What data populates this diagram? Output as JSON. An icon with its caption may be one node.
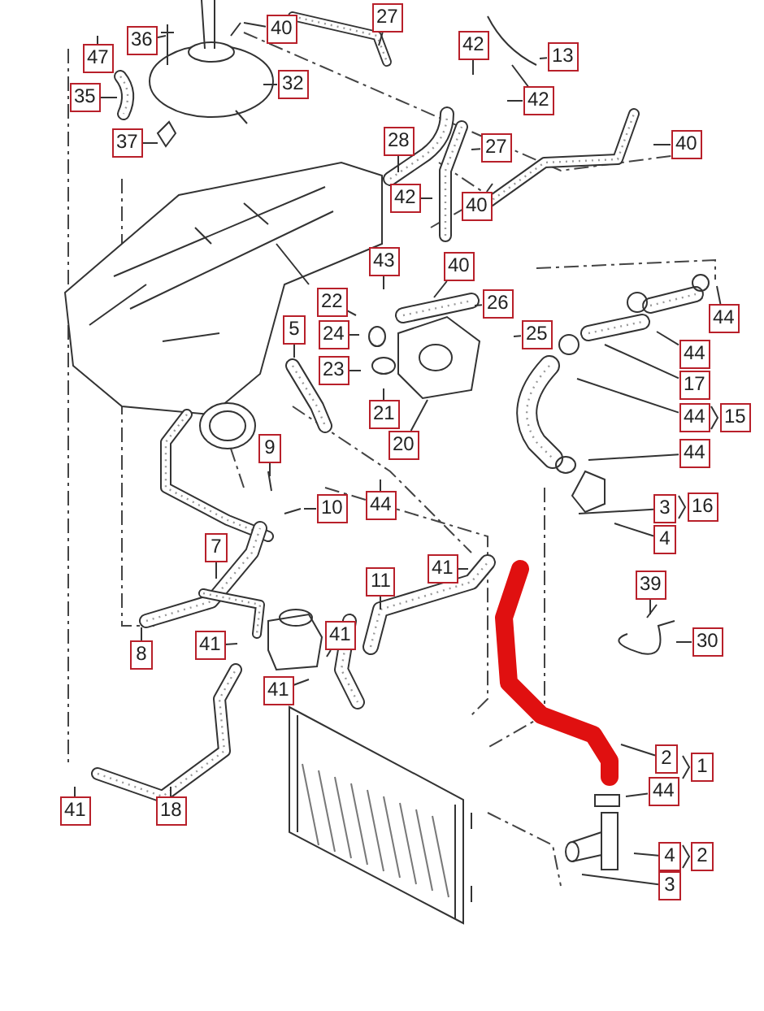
{
  "diagram": {
    "nodes": [
      {
        "text": [
          "27"
        ]
      },
      {
        "text": [
          "40"
        ]
      },
      {
        "text": [
          "36"
        ]
      },
      {
        "text": [
          "42"
        ]
      },
      {
        "text": [
          "13"
        ]
      },
      {
        "text": [
          "47"
        ]
      },
      {
        "text": [
          "32"
        ]
      },
      {
        "text": [
          "35"
        ]
      },
      {
        "text": [
          "42"
        ]
      },
      {
        "text": [
          "37"
        ]
      },
      {
        "text": [
          "28"
        ]
      },
      {
        "text": [
          "40"
        ]
      },
      {
        "text": [
          "27"
        ]
      },
      {
        "text": [
          "42"
        ]
      },
      {
        "text": [
          "40"
        ]
      },
      {
        "text": [
          "43"
        ]
      },
      {
        "text": [
          "40"
        ]
      },
      {
        "text": [
          "22"
        ]
      },
      {
        "text": [
          "26"
        ]
      },
      {
        "text": [
          "44"
        ]
      },
      {
        "text": [
          "5"
        ]
      },
      {
        "text": [
          "25"
        ]
      },
      {
        "text": [
          "24"
        ]
      },
      {
        "text": [
          "44"
        ]
      },
      {
        "text": [
          "23"
        ]
      },
      {
        "text": [
          "17"
        ]
      },
      {
        "text": [
          "21"
        ]
      },
      {
        "text": [
          "44"
        ]
      },
      {
        "text": [
          "15"
        ]
      },
      {
        "text": [
          "20"
        ]
      },
      {
        "text": [
          "9"
        ]
      },
      {
        "text": [
          "44"
        ]
      },
      {
        "text": [
          "44"
        ]
      },
      {
        "text": [
          "3"
        ]
      },
      {
        "text": [
          "16"
        ]
      },
      {
        "text": [
          "10"
        ]
      },
      {
        "text": [
          "4"
        ]
      },
      {
        "text": [
          "7"
        ]
      },
      {
        "text": [
          "41"
        ]
      },
      {
        "text": [
          "11"
        ]
      },
      {
        "text": [
          "39"
        ]
      },
      {
        "text": [
          "41"
        ]
      },
      {
        "text": [
          "30"
        ]
      },
      {
        "text": [
          "41"
        ]
      },
      {
        "text": [
          "8"
        ]
      },
      {
        "text": [
          "41"
        ]
      },
      {
        "text": [
          "2"
        ]
      },
      {
        "text": [
          "1"
        ]
      },
      {
        "text": [
          "44"
        ]
      },
      {
        "text": [
          "41"
        ]
      },
      {
        "text": [
          "18"
        ]
      },
      {
        "text": [
          "4"
        ]
      },
      {
        "text": [
          "2"
        ]
      },
      {
        "text": [
          "3"
        ]
      }
    ],
    "edges": [
      {
        "from": 0,
        "to": null,
        "arrow": "none"
      },
      {
        "from": 1,
        "to": null,
        "arrow": "none"
      },
      {
        "from": 2,
        "to": null,
        "arrow": "none"
      },
      {
        "from": 3,
        "to": null,
        "arrow": "none"
      },
      {
        "from": 4,
        "to": null,
        "arrow": "none"
      },
      {
        "from": 5,
        "to": null,
        "arrow": "none"
      },
      {
        "from": 6,
        "to": null,
        "arrow": "none"
      },
      {
        "from": 7,
        "to": null,
        "arrow": "none"
      },
      {
        "from": 8,
        "to": null,
        "arrow": "none"
      },
      {
        "from": 9,
        "to": null,
        "arrow": "none"
      },
      {
        "from": 10,
        "to": null,
        "arrow": "none"
      },
      {
        "from": 11,
        "to": null,
        "arrow": "none"
      },
      {
        "from": 12,
        "to": null,
        "arrow": "none"
      },
      {
        "from": 13,
        "to": null,
        "arrow": "none"
      },
      {
        "from": 14,
        "to": null,
        "arrow": "none"
      },
      {
        "from": 15,
        "to": null,
        "arrow": "none"
      },
      {
        "from": 16,
        "to": null,
        "arrow": "none"
      },
      {
        "from": 17,
        "to": null,
        "arrow": "none"
      },
      {
        "from": 18,
        "to": null,
        "arrow": "none"
      },
      {
        "from": 19,
        "to": null,
        "arrow": "none"
      },
      {
        "from": 20,
        "to": null,
        "arrow": "none"
      },
      {
        "from": 21,
        "to": null,
        "arrow": "none"
      },
      {
        "from": 22,
        "to": null,
        "arrow": "none"
      },
      {
        "from": 23,
        "to": null,
        "arrow": "none"
      },
      {
        "from": 24,
        "to": null,
        "arrow": "none"
      },
      {
        "from": 25,
        "to": null,
        "arrow": "none"
      },
      {
        "from": 26,
        "to": null,
        "arrow": "none"
      },
      {
        "from": 27,
        "to": null,
        "arrow": "none"
      },
      {
        "from": 29,
        "to": null,
        "arrow": "none"
      },
      {
        "from": 30,
        "to": null,
        "arrow": "none"
      },
      {
        "from": 31,
        "to": null,
        "arrow": "none"
      },
      {
        "from": 32,
        "to": null,
        "arrow": "none"
      },
      {
        "from": 33,
        "to": null,
        "arrow": "none"
      },
      {
        "from": 35,
        "to": null,
        "arrow": "none"
      },
      {
        "from": 36,
        "to": null,
        "arrow": "none"
      },
      {
        "from": 37,
        "to": null,
        "arrow": "none"
      },
      {
        "from": 38,
        "to": null,
        "arrow": "none"
      },
      {
        "from": 39,
        "to": null,
        "arrow": "none"
      },
      {
        "from": 40,
        "to": null,
        "arrow": "none"
      },
      {
        "from": 41,
        "to": null,
        "arrow": "none"
      },
      {
        "from": 42,
        "to": null,
        "arrow": "none"
      },
      {
        "from": 43,
        "to": null,
        "arrow": "none"
      },
      {
        "from": 44,
        "to": null,
        "arrow": "none"
      },
      {
        "from": 45,
        "to": null,
        "arrow": "none"
      },
      {
        "from": 46,
        "to": null,
        "arrow": "none"
      },
      {
        "from": 48,
        "to": null,
        "arrow": "none"
      },
      {
        "from": 49,
        "to": null,
        "arrow": "none"
      },
      {
        "from": 50,
        "to": null,
        "arrow": "none"
      },
      {
        "from": 51,
        "to": null,
        "arrow": "none"
      },
      {
        "from": 53,
        "to": null,
        "arrow": "none"
      }
    ]
  }
}
